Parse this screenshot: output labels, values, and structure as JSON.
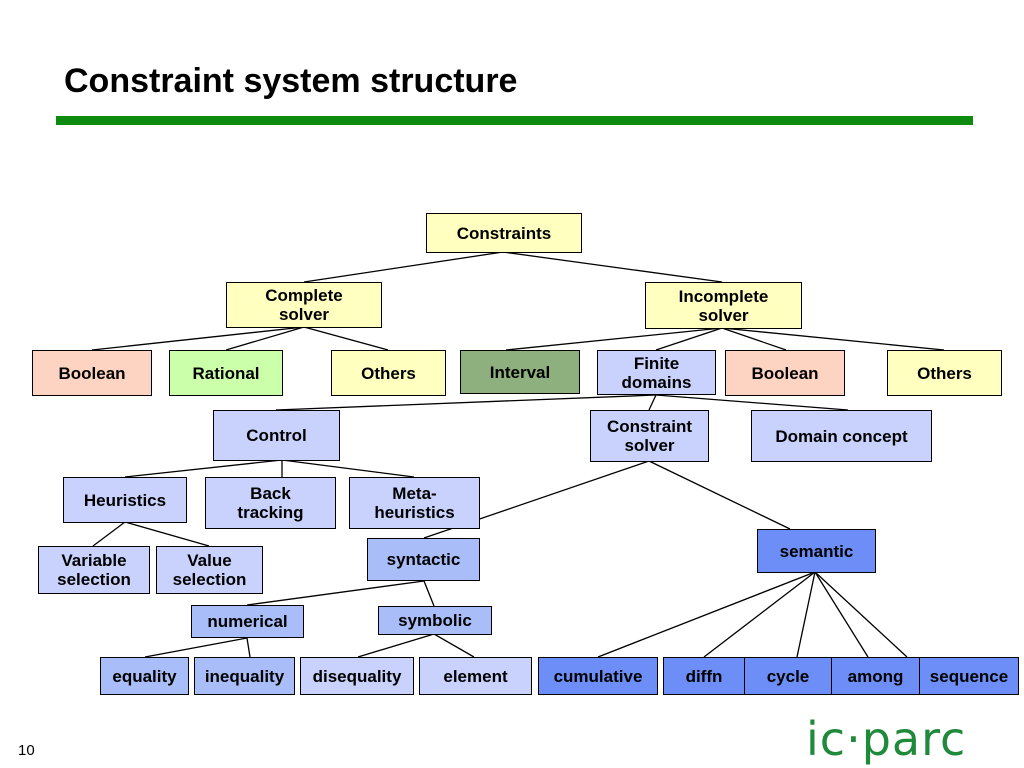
{
  "title": "Constraint system structure",
  "page_number": "10",
  "logo_text": "ic·parc",
  "nodes": {
    "constraints": "Constraints",
    "complete_solver": "Complete\nsolver",
    "incomplete_solver": "Incomplete\nsolver",
    "boolean_complete": "Boolean",
    "rational": "Rational",
    "others_complete": "Others",
    "interval": "Interval",
    "finite_domains": "Finite\ndomains",
    "boolean_incomplete": "Boolean",
    "others_incomplete": "Others",
    "control": "Control",
    "constraint_solver": "Constraint\nsolver",
    "domain_concept": "Domain concept",
    "heuristics": "Heuristics",
    "back_tracking": "Back\ntracking",
    "meta_heuristics": "Meta-\nheuristics",
    "variable_selection": "Variable\nselection",
    "value_selection": "Value\nselection",
    "syntactic": "syntactic",
    "semantic": "semantic",
    "numerical": "numerical",
    "symbolic": "symbolic",
    "equality": "equality",
    "inequality": "inequality",
    "disequality": "disequality",
    "element": "element",
    "cumulative": "cumulative",
    "diffn": "diffn",
    "cycle": "cycle",
    "among": "among",
    "sequence": "sequence"
  },
  "colors": {
    "title_rule": "#0e8a0e",
    "logo": "#1e8a3a",
    "yellow": "#ffffc0",
    "pink": "#fdd3c1",
    "light_green": "#ccffaa",
    "dark_green": "#8db07e",
    "light_blue": "#c8d2fd",
    "medium_blue": "#a9bef8",
    "dark_blue": "#6c8ef6"
  }
}
